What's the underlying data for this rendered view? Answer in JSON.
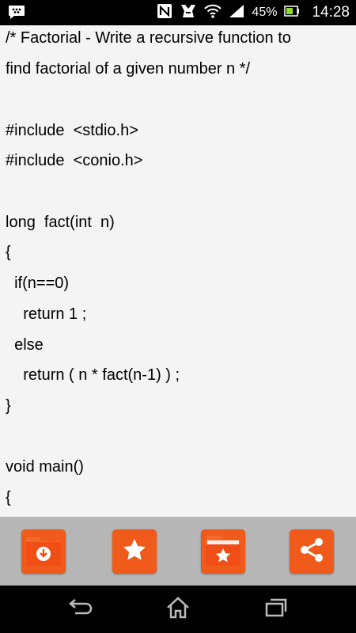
{
  "status_bar": {
    "battery_percent": "45%",
    "time": "14:28",
    "icons": [
      "bbm-icon",
      "nfc-icon",
      "glove-icon",
      "wifi-icon",
      "signal-icon",
      "battery-icon"
    ]
  },
  "code_lines": [
    "/* Factorial - Write a recursive function to",
    "find factorial of a given number n */",
    "",
    "#include  <stdio.h>",
    "#include  <conio.h>",
    "",
    "long  fact(int  n)",
    "{",
    "  if(n==0)",
    "    return 1 ;",
    "  else",
    "    return ( n * fact(n-1) ) ;",
    "}",
    "",
    "void main()",
    "{"
  ],
  "actions": [
    {
      "name": "download-folder-button",
      "icon": "download-folder-icon"
    },
    {
      "name": "favorite-button",
      "icon": "star-icon"
    },
    {
      "name": "favorites-folder-button",
      "icon": "star-folder-icon"
    },
    {
      "name": "share-button",
      "icon": "share-icon"
    }
  ],
  "colors": {
    "accent": "#f05a1a",
    "action_bar": "#b6b6b6",
    "background": "#f4f4f4"
  }
}
